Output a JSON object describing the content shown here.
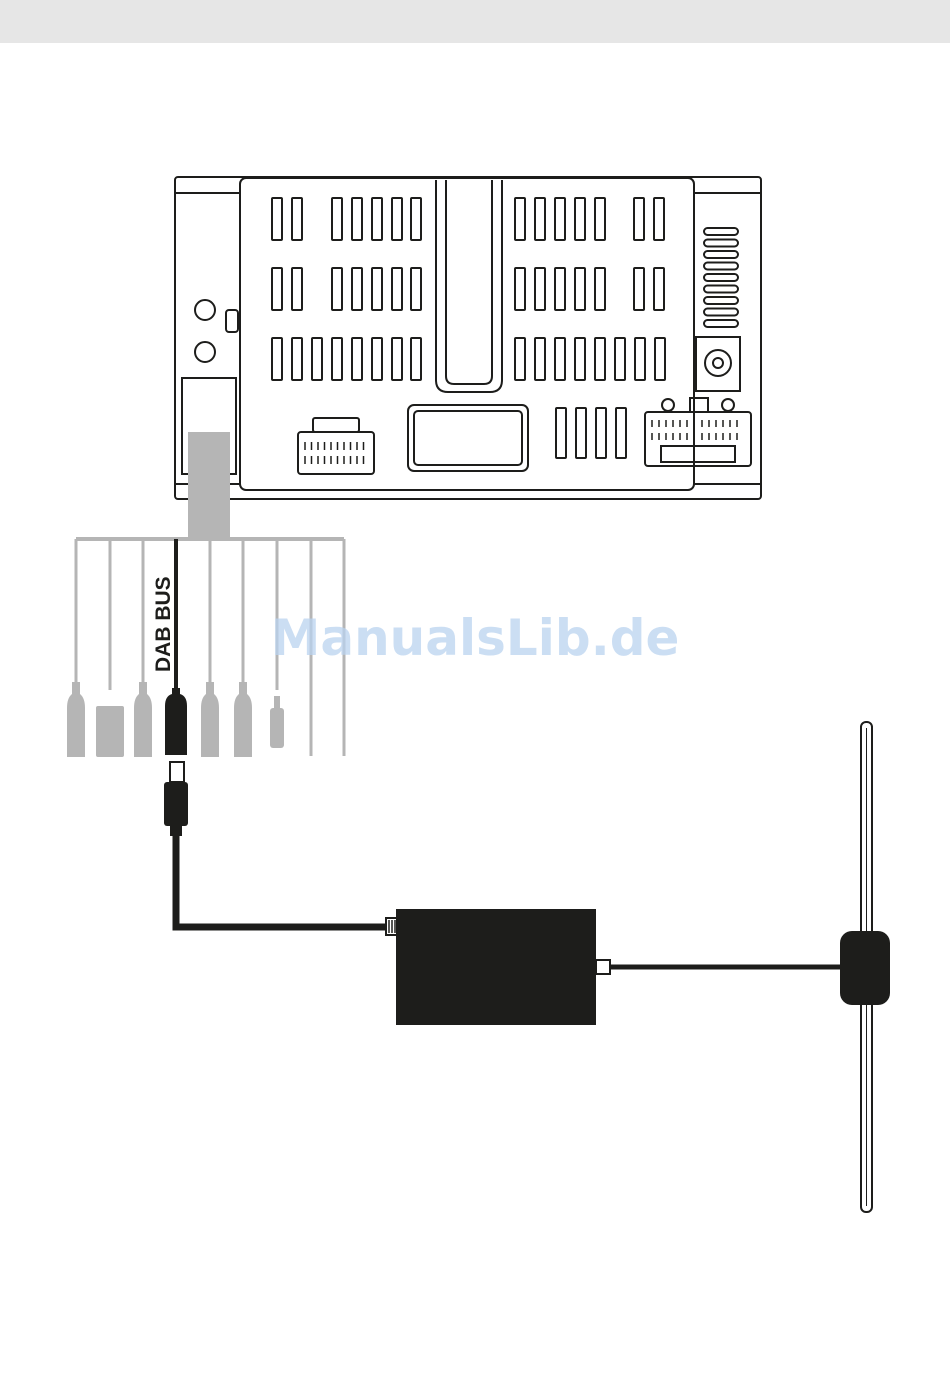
{
  "diagram": {
    "cable_label": "DAB BUS",
    "watermark": "ManualsLib.de",
    "colors": {
      "line": "#1d1d1b",
      "cable_grey": "#b5b5b5",
      "header_grey": "#e6e6e6",
      "module_fill": "#1d1d1b",
      "watermark": "#b9d3ef"
    },
    "components": [
      "head-unit-rear-panel",
      "rca-cable-bundle",
      "dab-bus-connector",
      "dab-module",
      "dab-antenna"
    ]
  }
}
